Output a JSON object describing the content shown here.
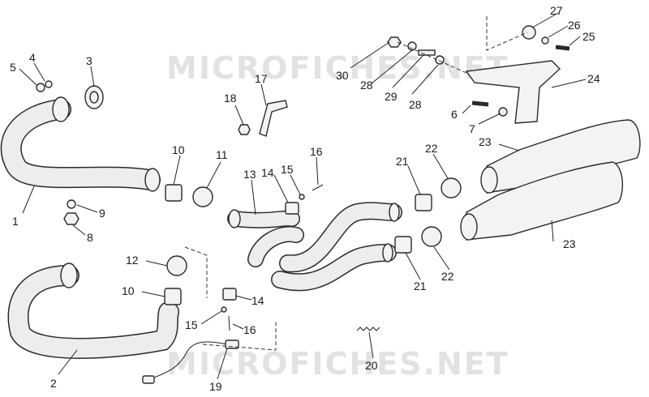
{
  "watermarks": [
    "MICROFICHES.NET",
    "MICROFICHES.NET"
  ],
  "callouts": [
    "1",
    "2",
    "3",
    "4",
    "5",
    "6",
    "7",
    "8",
    "9",
    "10",
    "10",
    "11",
    "12",
    "13",
    "14",
    "14",
    "15",
    "15",
    "16",
    "16",
    "17",
    "18",
    "19",
    "20",
    "21",
    "21",
    "22",
    "22",
    "23",
    "23",
    "24",
    "25",
    "26",
    "27",
    "28",
    "28",
    "29",
    "30"
  ],
  "colors": {
    "line": "#2a2a2a",
    "fill": "#f3f3f3",
    "watermark": "#e2e2e2"
  }
}
